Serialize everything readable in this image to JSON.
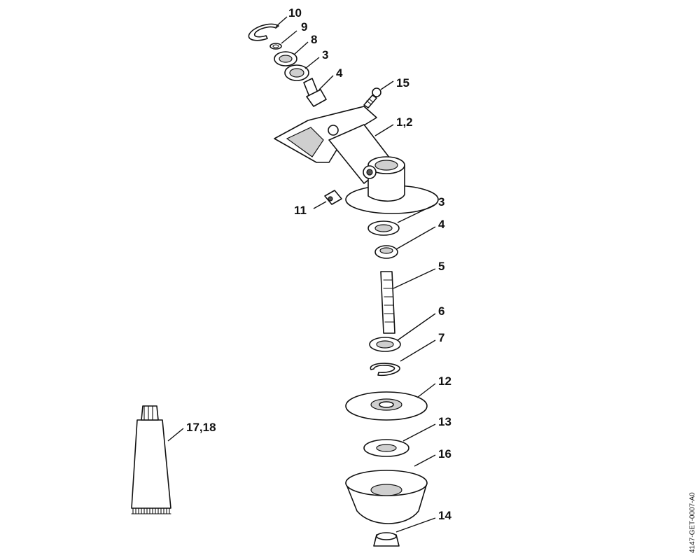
{
  "diagram": {
    "callouts": {
      "c10": "10",
      "c9": "9",
      "c8": "8",
      "c3a": "3",
      "c4a": "4",
      "c15": "15",
      "c12h": "1,2",
      "c11": "11",
      "c3b": "3",
      "c4b": "4",
      "c5": "5",
      "c6": "6",
      "c7": "7",
      "c12": "12",
      "c13": "13",
      "c16": "16",
      "c14": "14",
      "c1718": "17,18"
    },
    "document_id": "4147-GET-0007-A0"
  }
}
